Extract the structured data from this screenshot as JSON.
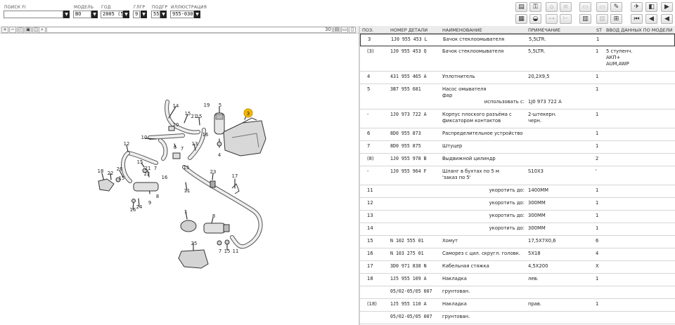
{
  "filters": [
    {
      "label": "ПОИСК FI",
      "value": ""
    },
    {
      "label": "МОДЕЛЬ",
      "value": "BO"
    },
    {
      "label": "ГОД",
      "value": "2005 (5)"
    },
    {
      "label": "ГЛГР",
      "value": "9"
    },
    {
      "label": "ПОДГР",
      "value": "55"
    },
    {
      "label": "ИЛЛЮСТРАЦИЯ",
      "value": "955-030"
    }
  ],
  "image_toolbar": {
    "zoom_value": "30"
  },
  "diagram": {
    "highlighted_callout": "3",
    "callouts": [
      "1",
      "3",
      "4",
      "5",
      "6",
      "7",
      "8",
      "9",
      "10",
      "11",
      "12",
      "13",
      "14",
      "15",
      "16",
      "17",
      "18",
      "19",
      "20",
      "21",
      "22",
      "23",
      "24",
      "25",
      "26"
    ]
  },
  "table": {
    "headers": [
      "ПОЗ.",
      "НОМЕР ДЕТАЛИ",
      "НАИМЕНОВАНИЕ",
      "ПРИМЕЧАНИЕ",
      "ST",
      "ВВОД ДАННЫХ ПО МОДЕЛИ"
    ],
    "rows": [
      {
        "pos": "3",
        "num": "1J0  955  453  L",
        "name": [
          "Бачок стеклоомывателя"
        ],
        "note": "5,5LTR.",
        "st": "1",
        "input": [],
        "right": ""
      },
      {
        "pos": "(3)",
        "num": "1J0  955  453  Q",
        "name": [
          "Бачок стеклоомывателя"
        ],
        "note": "5,5LTR.",
        "st": "1",
        "input": [
          "5 ступенч.",
          "АКП+",
          "AUM,AWP"
        ],
        "right": ""
      },
      {
        "pos": "4",
        "num": "431  955  465  A",
        "name": [
          "Уплотнитель"
        ],
        "note": "20,2X9,5",
        "st": "1",
        "input": [],
        "right": ""
      },
      {
        "pos": "5",
        "num": "3B7  955  681",
        "name": [
          "Насос омывателя",
          "фар"
        ],
        "note": "",
        "st": "1",
        "input": [],
        "right": "использовать с:",
        "right_val": "1J0 973 722 A"
      },
      {
        "pos": "-",
        "num": "1J0  973  722  A",
        "name": [
          "Корпус плоского разъёма с",
          "фиксатором контактов"
        ],
        "note": "2-штекерн.",
        "note2": "черн.",
        "st": "1",
        "input": [],
        "right": ""
      },
      {
        "pos": "6",
        "num": "8D0  955  873",
        "name": [
          "Распределительное устройство"
        ],
        "note": "",
        "st": "1",
        "input": [],
        "right": ""
      },
      {
        "pos": "7",
        "num": "8D0  955  875",
        "name": [
          "Штуцер"
        ],
        "note": "",
        "st": "1",
        "input": [],
        "right": ""
      },
      {
        "pos": "(8)",
        "num": "1J0  955  978  B",
        "name": [
          "Выдвижной цилиндр"
        ],
        "note": "",
        "st": "2",
        "input": [],
        "right": ""
      },
      {
        "pos": "-",
        "num": "1J0  955  964  F",
        "name": [
          "Шланг в бухтах по 5 м",
          "'заказ по 5'"
        ],
        "note": "S10X3",
        "st": "'",
        "input": [],
        "right": ""
      },
      {
        "pos": "11",
        "num": "",
        "name": [],
        "note": "1400MM",
        "st": "1",
        "input": [],
        "right": "укоротить до:"
      },
      {
        "pos": "12",
        "num": "",
        "name": [],
        "note": "300MM",
        "st": "1",
        "input": [],
        "right": "укоротить до:"
      },
      {
        "pos": "13",
        "num": "",
        "name": [],
        "note": "300MM",
        "st": "1",
        "input": [],
        "right": "укоротить до:"
      },
      {
        "pos": "14",
        "num": "",
        "name": [],
        "note": "300MM",
        "st": "1",
        "input": [],
        "right": "укоротить до:"
      },
      {
        "pos": "15",
        "num": "N    102  555  01",
        "name": [
          "Хомут"
        ],
        "note": "17,5X7X0,6",
        "st": "6",
        "input": [],
        "right": ""
      },
      {
        "pos": "16",
        "num": "N    103  275  01",
        "name": [
          "Саморез с цил. скругл. головк."
        ],
        "note": "5X18",
        "st": "4",
        "input": [],
        "right": ""
      },
      {
        "pos": "17",
        "num": "3D0  971  838  N",
        "name": [
          "Кабельная стяжка"
        ],
        "note": "4,5X200",
        "st": "X",
        "input": [],
        "right": ""
      },
      {
        "pos": "18",
        "num": "1J5  955  109  A",
        "name": [
          "Накладка"
        ],
        "note": "лев.",
        "st": "1",
        "input": [],
        "right": ""
      },
      {
        "pos": "",
        "num": "05/02-05/05  007",
        "name": [
          "грунтован."
        ],
        "note": "",
        "st": "",
        "input": [],
        "right": ""
      },
      {
        "pos": "(18)",
        "num": "1J5  955  110  A",
        "name": [
          "Накладка"
        ],
        "note": "прав.",
        "st": "1",
        "input": [],
        "right": ""
      },
      {
        "pos": "",
        "num": "05/02-05/05  007",
        "name": [
          "грунтован."
        ],
        "note": "",
        "st": "",
        "input": [],
        "right": ""
      }
    ]
  }
}
